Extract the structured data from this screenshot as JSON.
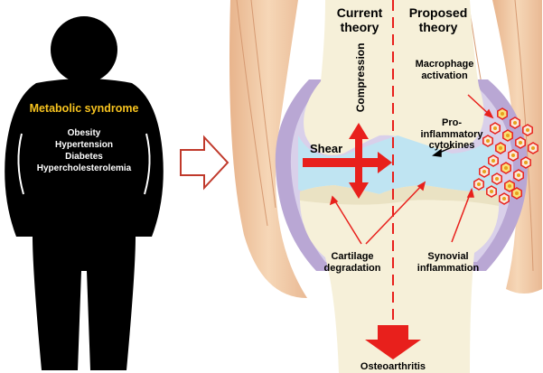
{
  "silhouette": {
    "title": "Metabolic syndrome",
    "conditions": [
      "Obesity",
      "Hypertension",
      "Diabetes",
      "Hypercholesterolemia"
    ]
  },
  "theories": {
    "current": "Current theory",
    "proposed": "Proposed theory"
  },
  "labels": {
    "compression": "Compression",
    "shear": "Shear",
    "macrophage_activation": "Macrophage activation",
    "pro_inflammatory_cytokines": "Pro-inflammatory cytokines",
    "cartilage_degradation": "Cartilage degradation",
    "synovial_inflammation": "Synovial inflammation",
    "outcome": "Osteoarthritis"
  },
  "colors": {
    "title_yellow": "#f7c31f",
    "arrow_red": "#e8201c",
    "synovium_purple": "#b9a7d4",
    "fluid_blue": "#bfe4f2",
    "bone_cream": "#f6f0d9",
    "muscle_tan": "#f2cba7"
  },
  "icons": {
    "flow_arrow": "hollow-right-arrow-icon",
    "macrophage": "macrophage-cell-icon"
  }
}
